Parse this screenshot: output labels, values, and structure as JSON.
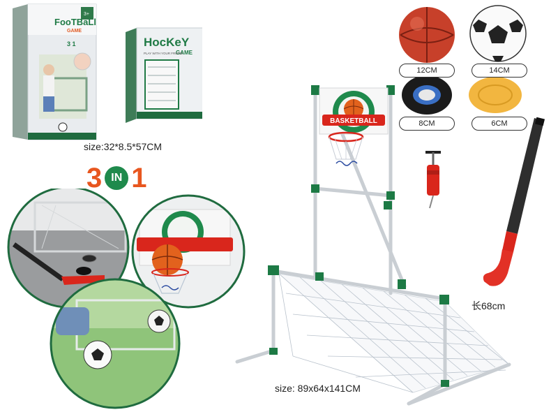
{
  "boxes": {
    "football": {
      "title_main": "FooTBaLl",
      "title_sub": "GAME",
      "badge": "3 1",
      "age": "3+"
    },
    "hockey": {
      "title_main": "HocKeY",
      "title_sub": "GAME",
      "tagline": "PLAY WITH YOUR FRIEND"
    },
    "size_label": "size:32*8.5*57CM"
  },
  "headline": {
    "left_digit": "3",
    "middle": "IN",
    "right_digit": "1",
    "colors": {
      "digits": "#e8561f",
      "middle_bg": "#1f8a4c"
    }
  },
  "accessories": [
    {
      "name": "basketball",
      "size_label": "12CM"
    },
    {
      "name": "football",
      "size_label": "14CM"
    },
    {
      "name": "hockey-puck",
      "size_label": "8CM"
    },
    {
      "name": "disc",
      "size_label": "6CM"
    }
  ],
  "hoop_board": {
    "title": "BASKETBALL"
  },
  "stick_label": "长68cm",
  "product_size_label": "size: 89x64x141CM",
  "colors": {
    "frame_green": "#1d7a45",
    "pole": "#c9ced3",
    "stick_red": "#d9261c",
    "stick_black": "#2e2e2e"
  }
}
